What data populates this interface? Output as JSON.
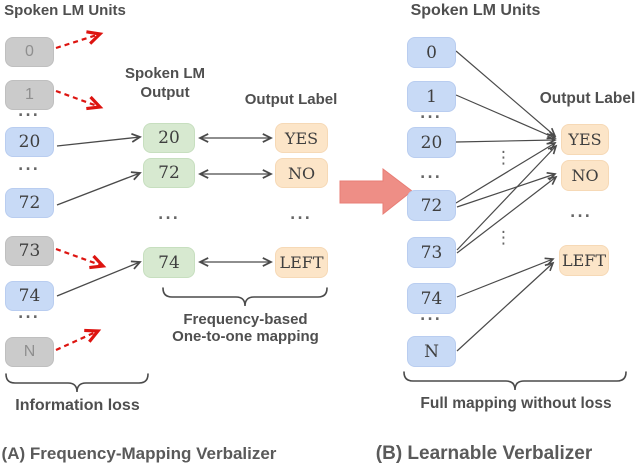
{
  "ellipsis": "...",
  "v_ellipsis": "⋮",
  "colors": {
    "gray-box": "#cbcbcb",
    "gray-box-border": "#bfbfbf",
    "blue-box": "#c8daf6",
    "blue-box-border": "#b9cdf0",
    "green-box": "#d7e9d0",
    "green-box-border": "#c7dfbf",
    "orange-box": "#fce5c8",
    "orange-box-border": "#f6d9b6",
    "arrow-dark": "#4a4a4a",
    "arrow-red": "#dd1410",
    "big-arrow": "#ee8e86",
    "big-arrow-border": "#e87d75",
    "heading-text": "#4f4f4f",
    "caption-text": "#5a5a5a",
    "serif-text": "#3f3f3f",
    "gray-label-text": "#8f8f8f",
    "dots-text": "#666666"
  },
  "panel_a": {
    "units_header": "Spoken LM Units",
    "output_header_line1": "Spoken LM",
    "output_header_line2": "Output",
    "label_header": "Output Label",
    "units": [
      {
        "label": "0"
      },
      {
        "label": "1"
      },
      {
        "label": "20"
      },
      {
        "label": "72"
      },
      {
        "label": "73"
      },
      {
        "label": "74"
      },
      {
        "label": "N"
      }
    ],
    "outputs": [
      {
        "label": "20"
      },
      {
        "label": "72"
      },
      {
        "label": "74"
      }
    ],
    "labels": [
      {
        "label": "YES"
      },
      {
        "label": "NO"
      },
      {
        "label": "LEFT"
      }
    ],
    "info_loss_label": "Information loss",
    "mapping_label_line1": "Frequency-based",
    "mapping_label_line2": "One-to-one mapping",
    "caption": "(A) Frequency-Mapping Verbalizer"
  },
  "panel_b": {
    "units_header": "Spoken LM Units",
    "label_header": "Output Label",
    "units": [
      {
        "label": "0"
      },
      {
        "label": "1"
      },
      {
        "label": "20"
      },
      {
        "label": "72"
      },
      {
        "label": "73"
      },
      {
        "label": "74"
      },
      {
        "label": "N"
      }
    ],
    "labels": [
      {
        "label": "YES"
      },
      {
        "label": "NO"
      },
      {
        "label": "LEFT"
      }
    ],
    "full_mapping_label": "Full mapping without loss",
    "caption": "(B) Learnable Verbalizer"
  }
}
